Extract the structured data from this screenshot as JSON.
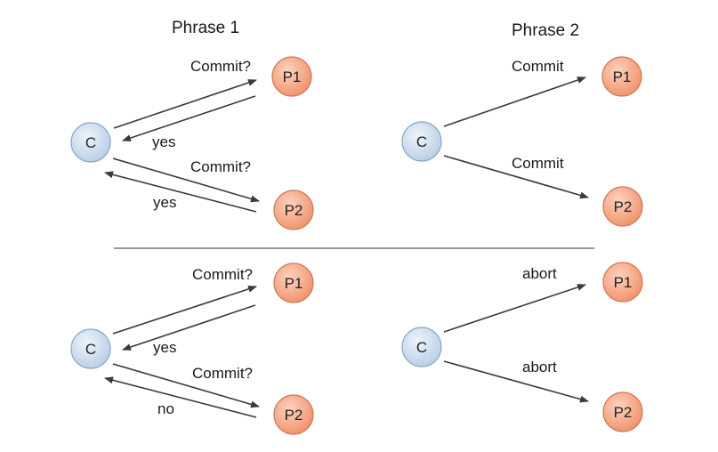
{
  "titles": {
    "phase1": "Phrase 1",
    "phase2": "Phrase 2"
  },
  "nodes": {
    "coordinator": "C",
    "participant1": "P1",
    "participant2": "P2"
  },
  "scenarios": [
    {
      "phase1": {
        "to_p1": "Commit?",
        "from_p1": "yes",
        "to_p2": "Commit?",
        "from_p2": "yes"
      },
      "phase2": {
        "to_p1": "Commit",
        "to_p2": "Commit"
      }
    },
    {
      "phase1": {
        "to_p1": "Commit?",
        "from_p1": "yes",
        "to_p2": "Commit?",
        "from_p2": "no"
      },
      "phase2": {
        "to_p1": "abort",
        "to_p2": "abort"
      }
    }
  ],
  "colors": {
    "coordinator_fill": "#c9dbee",
    "coordinator_stroke": "#8ea7c4",
    "participant_fill": "#f6a888",
    "participant_stroke": "#d07a58",
    "arrow": "#3a3a3a",
    "divider": "#9a9a9a"
  }
}
